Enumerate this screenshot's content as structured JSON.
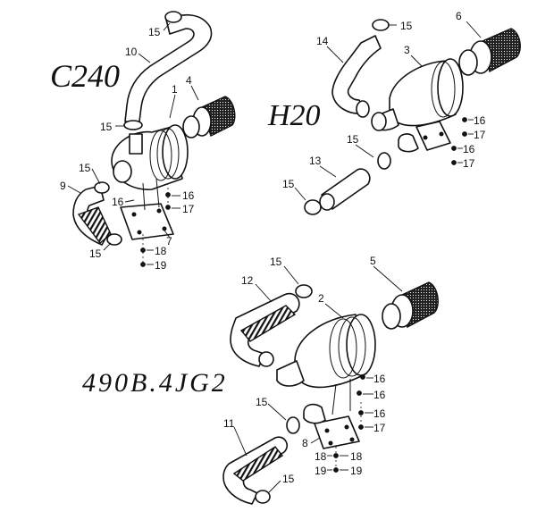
{
  "models": {
    "c240": "C240",
    "h20": "H20",
    "b490": "490B.4JG2"
  },
  "callouts": {
    "c240": [
      "15",
      "10",
      "1",
      "4",
      "15",
      "15",
      "9",
      "16",
      "16",
      "17",
      "7",
      "15",
      "18",
      "19"
    ],
    "h20": [
      "15",
      "6",
      "14",
      "3",
      "16",
      "17",
      "15",
      "16",
      "17",
      "13",
      "15"
    ],
    "b490": [
      "15",
      "5",
      "12",
      "2",
      "16",
      "16",
      "16",
      "17",
      "15",
      "11",
      "8",
      "18",
      "18",
      "19",
      "19",
      "15"
    ]
  }
}
